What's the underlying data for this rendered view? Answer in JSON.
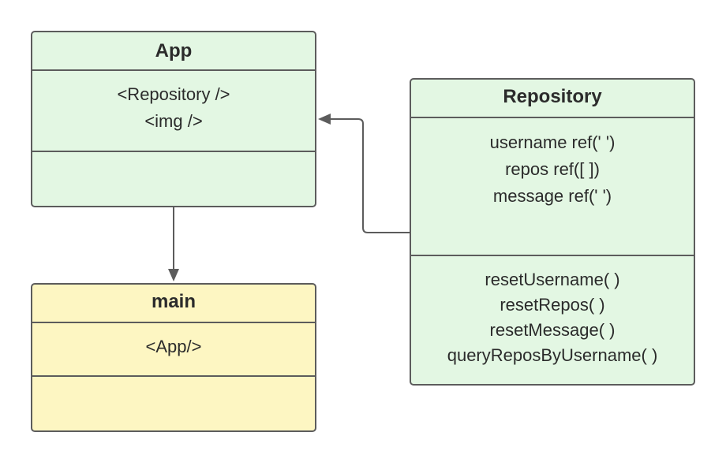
{
  "colors": {
    "class_fill_green": "#e3f7e3",
    "class_fill_yellow": "#fdf6c2",
    "border": "#5c5c5c",
    "connector": "#5c5c5c",
    "text": "#2b2b2b"
  },
  "classes": {
    "app": {
      "title": "App",
      "attributes": [
        "<Repository />",
        "<img />"
      ],
      "methods": []
    },
    "main": {
      "title": "main",
      "attributes": [
        "<App/>"
      ],
      "methods": []
    },
    "repository": {
      "title": "Repository",
      "attributes": [
        "username ref(' ')",
        "repos ref([ ])",
        "message ref(' ')"
      ],
      "methods": [
        "resetUsername( )",
        "resetRepos( )",
        "resetMessage( )",
        "queryReposByUsername( )"
      ]
    }
  },
  "connectors": [
    {
      "from": "App",
      "to": "main",
      "type": "arrow"
    },
    {
      "from": "Repository",
      "to": "App",
      "type": "arrow"
    }
  ]
}
